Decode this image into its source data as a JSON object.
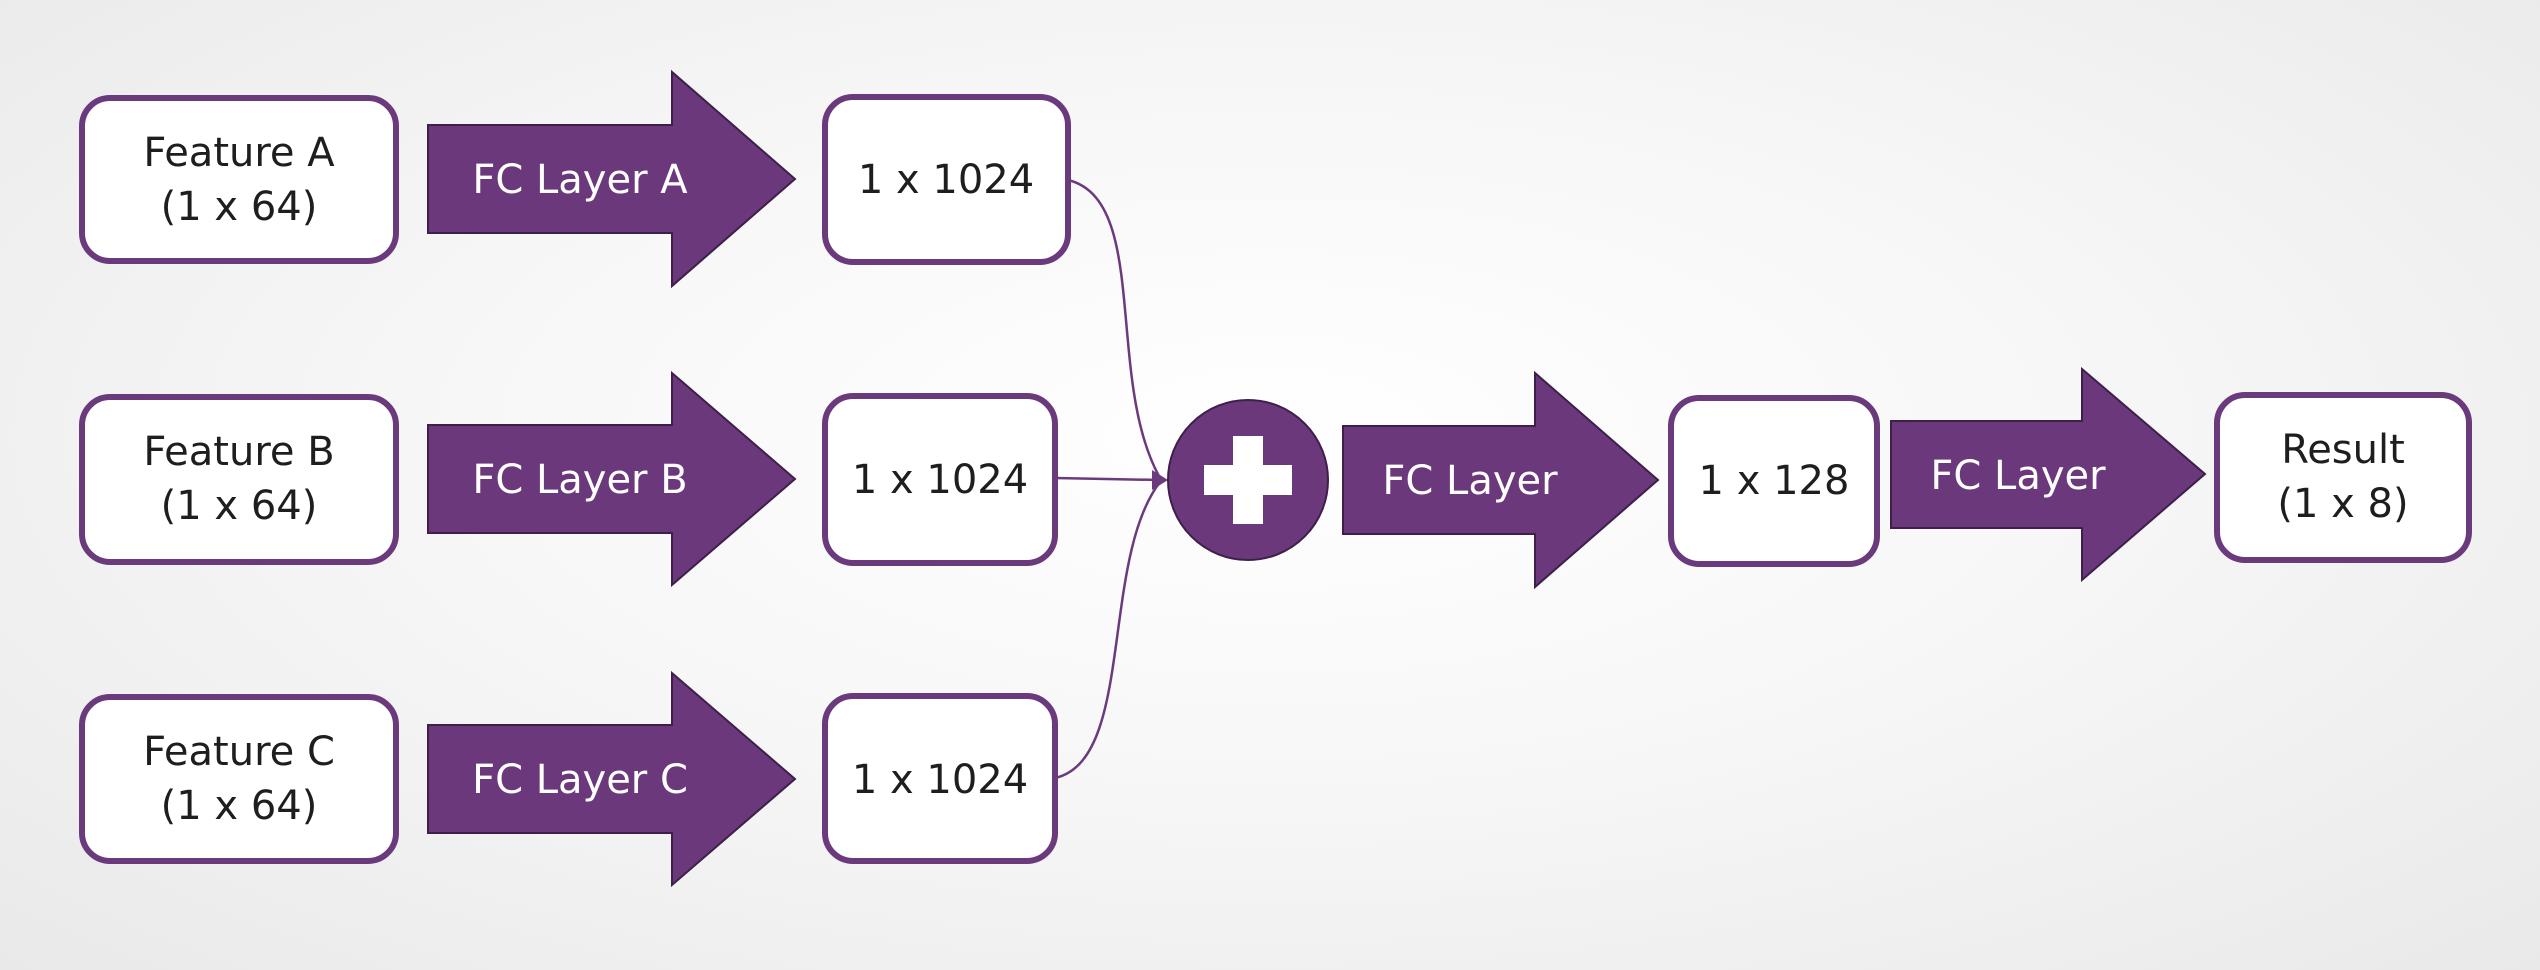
{
  "diagram": {
    "inputs": {
      "a": {
        "line1": "Feature A",
        "line2": "(1 x 64)"
      },
      "b": {
        "line1": "Feature B",
        "line2": "(1 x 64)"
      },
      "c": {
        "line1": "Feature C",
        "line2": "(1 x 64)"
      }
    },
    "fc_arrows": {
      "a": "FC Layer A",
      "b": "FC Layer B",
      "c": "FC Layer C",
      "merge": "FC Layer",
      "final": "FC Layer"
    },
    "vectors": {
      "a": "1 x 1024",
      "b": "1 x 1024",
      "c": "1 x 1024",
      "hidden": "1 x 128"
    },
    "operation": {
      "icon": "plus-icon"
    },
    "result": {
      "line1": "Result",
      "line2": "(1 x 8)"
    },
    "colors": {
      "accent": "#6b387c",
      "outline": "#6b3a7d",
      "text": "#1e1e1e"
    }
  }
}
